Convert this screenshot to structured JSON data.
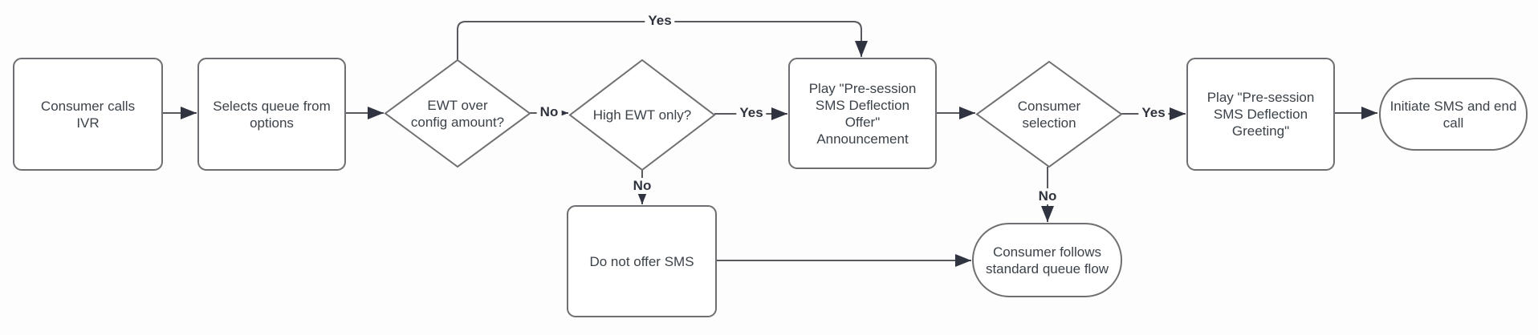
{
  "diagram_type": "flowchart",
  "nodes": {
    "consumer_calls_ivr": {
      "shape": "rounded-rectangle",
      "label": "Consumer calls\nIVR"
    },
    "selects_queue": {
      "shape": "rounded-rectangle",
      "label": "Selects queue from\noptions"
    },
    "ewt_over_config": {
      "shape": "decision-diamond",
      "label": "EWT over\nconfig amount?"
    },
    "high_ewt_only": {
      "shape": "decision-diamond",
      "label": "High EWT only?"
    },
    "play_offer": {
      "shape": "rounded-rectangle",
      "label": "Play \"Pre-session\nSMS Deflection\nOffer\"\nAnnouncement"
    },
    "consumer_selection": {
      "shape": "decision-diamond",
      "label": "Consumer\nselection"
    },
    "play_greeting": {
      "shape": "rounded-rectangle",
      "label": "Play \"Pre-session\nSMS Deflection\nGreeting\""
    },
    "initiate_sms_end_call": {
      "shape": "terminator",
      "label": "Initiate SMS and end\ncall"
    },
    "do_not_offer_sms": {
      "shape": "rounded-rectangle",
      "label": "Do not offer SMS"
    },
    "consumer_follows_flow": {
      "shape": "terminator",
      "label": "Consumer follows\nstandard queue flow"
    }
  },
  "edge_labels": {
    "ewt_yes": "Yes",
    "ewt_no": "No",
    "high_ewt_yes": "Yes",
    "high_ewt_no": "No",
    "selection_yes": "Yes",
    "selection_no": "No"
  },
  "colors": {
    "background": "#fdfdfd",
    "shape_border": "#6f6f73",
    "connector": "#58585e",
    "arrowhead": "#2f3440",
    "node_text": "#3b4249",
    "edge_label_text": "#2e333d"
  }
}
